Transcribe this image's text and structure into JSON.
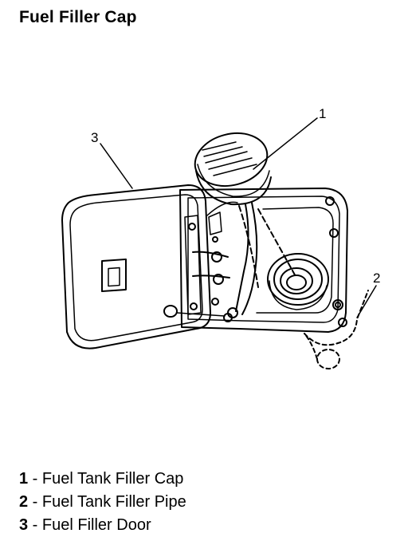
{
  "page": {
    "title": "Fuel Filler Cap"
  },
  "callouts": [
    {
      "number": "1"
    },
    {
      "number": "2"
    },
    {
      "number": "3"
    }
  ],
  "legend": [
    {
      "number": "1",
      "separator": " - ",
      "label": "Fuel Tank Filler Cap"
    },
    {
      "number": "2",
      "separator": " - ",
      "label": "Fuel Tank Filler Pipe"
    },
    {
      "number": "3",
      "separator": " - ",
      "label": "Fuel Filler Door"
    }
  ],
  "colors": {
    "ink": "#000000",
    "background": "#ffffff"
  }
}
